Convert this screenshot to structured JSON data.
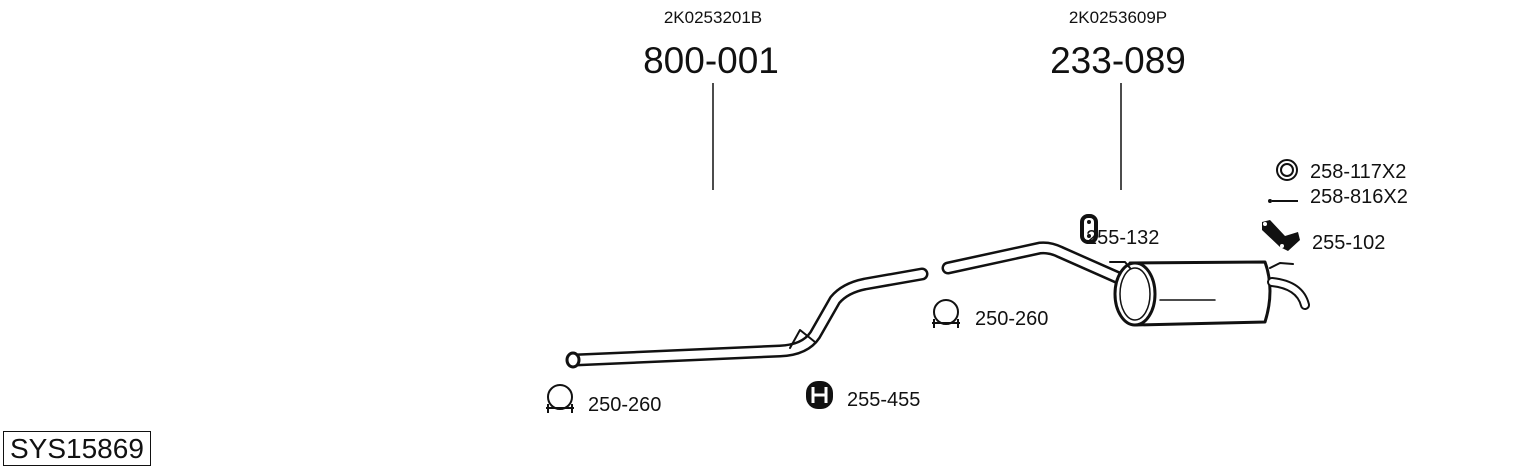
{
  "system_code": "SYS15869",
  "parts": [
    {
      "oem": "2K0253201B",
      "number": "800-001"
    },
    {
      "oem": "2K0253609P",
      "number": "233-089"
    }
  ],
  "accessories": {
    "clamp_front": "250-260",
    "hanger_front": "255-455",
    "clamp_mid": "250-260",
    "hanger_rear": "255-132",
    "ring": "258-117X2",
    "bolt": "258-816X2",
    "bracket": "255-102"
  }
}
